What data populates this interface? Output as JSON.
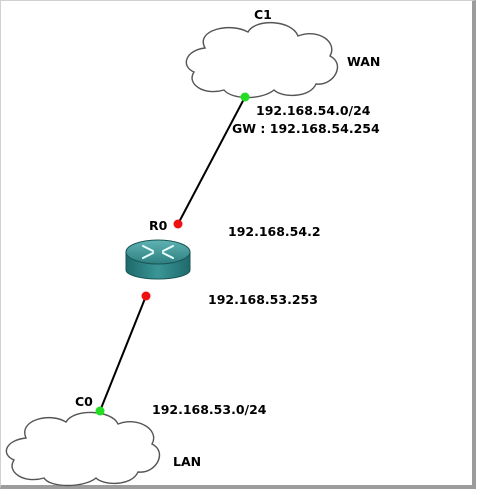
{
  "nodes": {
    "cloud_top": {
      "name": "C1",
      "tag": "WAN"
    },
    "router": {
      "name": "R0"
    },
    "cloud_bottom": {
      "name": "C0",
      "tag": "LAN"
    }
  },
  "links": {
    "top_link": {
      "network": "192.168.54.0/24",
      "gateway": "GW : 192.168.54.254",
      "router_ip": "192.168.54.2"
    },
    "bottom_link": {
      "router_ip": "192.168.53.253",
      "network": "192.168.53.0/24"
    }
  },
  "colors": {
    "link_up": "#22dd22",
    "link_down": "#ee1111",
    "router_body": "#2e8b8b",
    "cloud_stroke": "#555555"
  }
}
